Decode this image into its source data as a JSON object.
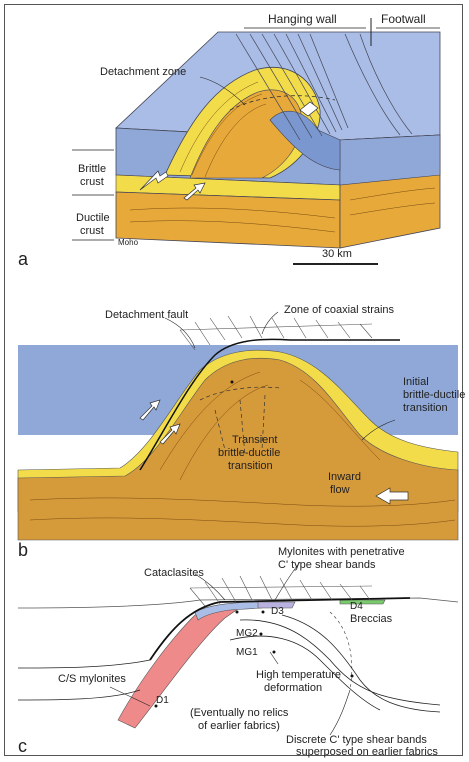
{
  "panel_a": {
    "letter": "a",
    "hanging_wall": "Hanging wall",
    "footwall": "Footwall",
    "detachment_zone": "Detachment zone",
    "brittle_crust_1": "Brittle",
    "brittle_crust_2": "crust",
    "ductile_crust_1": "Ductile",
    "ductile_crust_2": "crust",
    "moho": "Moho",
    "scale": "30 km"
  },
  "panel_b": {
    "letter": "b",
    "detachment_fault": "Detachment fault",
    "coaxial": "Zone of coaxial strains",
    "initial_1": "Initial",
    "initial_2": "brittle-ductile",
    "initial_3": "transition",
    "transient_1": "Transient",
    "transient_2": "brittle-ductile",
    "transient_3": "transition",
    "inward_1": "Inward",
    "inward_2": "flow"
  },
  "panel_c": {
    "letter": "c",
    "mylonites_1": "Mylonites with penetrative",
    "mylonites_2": "C' type shear bands",
    "cataclasites": "Cataclasites",
    "d3": "D3",
    "d4": "D4",
    "breccias": "Breccias",
    "mg2": "MG2",
    "mg1": "MG1",
    "cs_mylonites": "C/S mylonites",
    "d1": "D1",
    "high_temp_1": "High temperature",
    "high_temp_2": "deformation",
    "eventually_1": "(Eventually no relics",
    "eventually_2": "of earlier fabrics)",
    "discrete_1": "Discrete C' type shear bands",
    "discrete_2": "superposed on earlier fabrics"
  },
  "colors": {
    "blue": "#8fa8d8",
    "blue_dark": "#6f8cc4",
    "yellow": "#f2dc4a",
    "orange": "#e6a93a",
    "pink": "#ee8a8a",
    "lilac": "#b9b1e0",
    "green": "#7bc96f"
  }
}
